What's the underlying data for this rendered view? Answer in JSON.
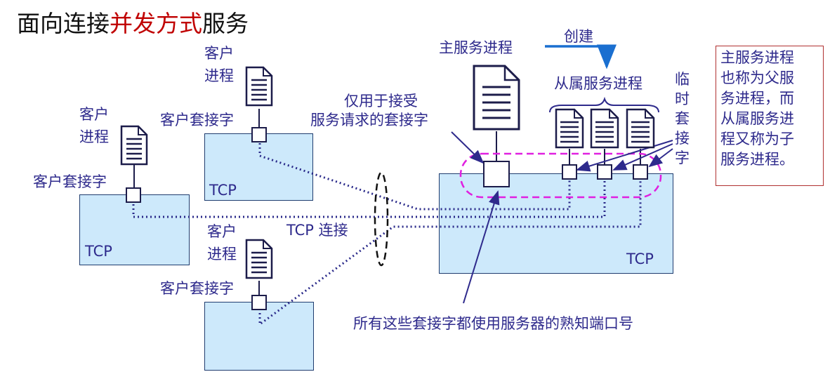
{
  "title": {
    "prefix": "面向连接",
    "highlight": "并发方式",
    "suffix": "服务"
  },
  "tcp_label": "TCP",
  "client_process_line1": "客户",
  "client_process_line2": "进程",
  "client_socket": "客户套接字",
  "tcp_connection": "TCP 连接",
  "master_process": "主服务进程",
  "create": "创建",
  "slave_processes": "从属服务进程",
  "temp_socket_chars": [
    "临",
    "时",
    "套",
    "接",
    "字"
  ],
  "accept_socket_line1": "仅用于接受",
  "accept_socket_line2": "服务请求的套接字",
  "well_known_port": "所有这些套接字都使用服务器的熟知端口号",
  "note_lines": [
    "主服务进程",
    "也称为父服",
    "务进程，而",
    "从属服务进",
    "程又称为子",
    "服务进程。"
  ],
  "colors": {
    "label": "#2e2a8c",
    "highlight": "#c00000",
    "tcp_fill": "#cde9fb",
    "dashed_oval": "#e020e0",
    "arrow_create": "#1a6fd0"
  }
}
